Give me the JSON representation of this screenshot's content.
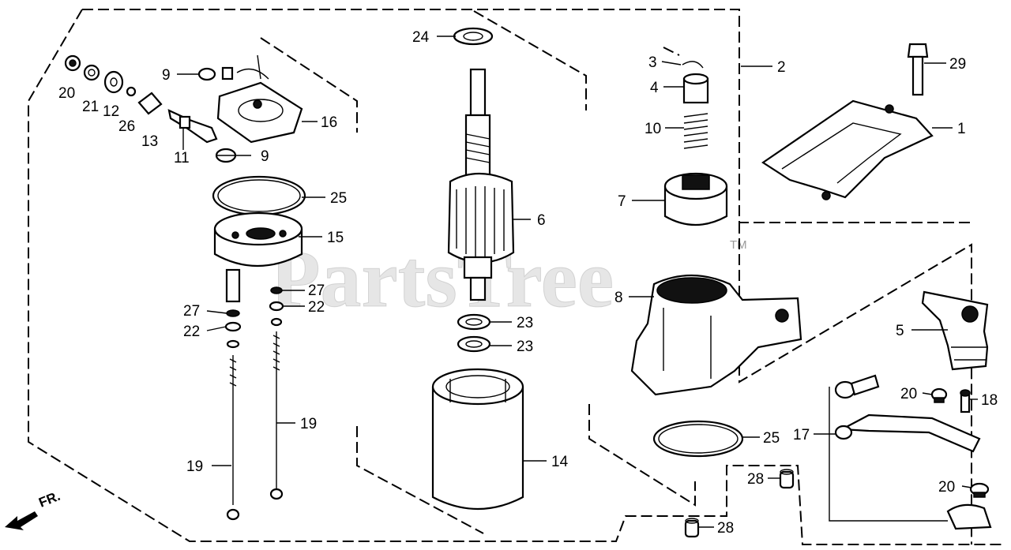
{
  "diagram": {
    "watermark": "PartsTree",
    "trademark": "TM",
    "direction_label": "FR.",
    "callouts": [
      {
        "id": "c24a",
        "text": "24"
      },
      {
        "id": "c9a",
        "text": "9"
      },
      {
        "id": "c20a",
        "text": "20"
      },
      {
        "id": "c21",
        "text": "21"
      },
      {
        "id": "c12",
        "text": "12"
      },
      {
        "id": "c26",
        "text": "26"
      },
      {
        "id": "c13",
        "text": "13"
      },
      {
        "id": "c11",
        "text": "11"
      },
      {
        "id": "c9b",
        "text": "9"
      },
      {
        "id": "c16",
        "text": "16"
      },
      {
        "id": "c25a",
        "text": "25"
      },
      {
        "id": "c15",
        "text": "15"
      },
      {
        "id": "c27a",
        "text": "27"
      },
      {
        "id": "c22a",
        "text": "22"
      },
      {
        "id": "c27b",
        "text": "27"
      },
      {
        "id": "c22b",
        "text": "22"
      },
      {
        "id": "c19a",
        "text": "19"
      },
      {
        "id": "c19b",
        "text": "19"
      },
      {
        "id": "c6",
        "text": "6"
      },
      {
        "id": "c23a",
        "text": "23"
      },
      {
        "id": "c23b",
        "text": "23"
      },
      {
        "id": "c14",
        "text": "14"
      },
      {
        "id": "c3",
        "text": "3"
      },
      {
        "id": "c4",
        "text": "4"
      },
      {
        "id": "c10",
        "text": "10"
      },
      {
        "id": "c7",
        "text": "7"
      },
      {
        "id": "c2",
        "text": "2"
      },
      {
        "id": "c29",
        "text": "29"
      },
      {
        "id": "c1",
        "text": "1"
      },
      {
        "id": "c8",
        "text": "8"
      },
      {
        "id": "c5",
        "text": "5"
      },
      {
        "id": "c20b",
        "text": "20"
      },
      {
        "id": "c18",
        "text": "18"
      },
      {
        "id": "c17",
        "text": "17"
      },
      {
        "id": "c25b",
        "text": "25"
      },
      {
        "id": "c28a",
        "text": "28"
      },
      {
        "id": "c20c",
        "text": "20"
      },
      {
        "id": "c28b",
        "text": "28"
      }
    ]
  }
}
